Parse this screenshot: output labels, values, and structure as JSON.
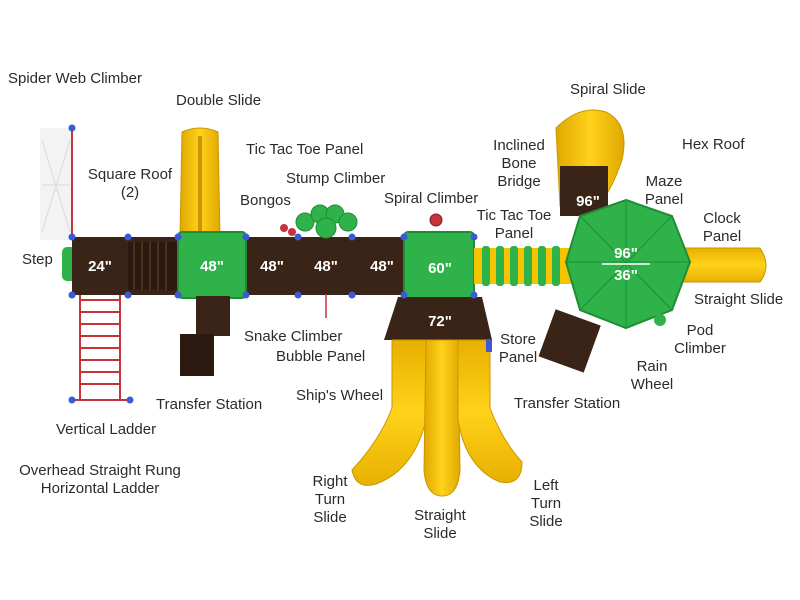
{
  "labels": {
    "spider_web_climber": "Spider Web Climber",
    "double_slide": "Double Slide",
    "spiral_slide": "Spiral Slide",
    "hex_roof": "Hex Roof",
    "inclined_bone_bridge": [
      "Inclined",
      "Bone",
      "Bridge"
    ],
    "tic_tac_toe_panel_left": "Tic Tac Toe Panel",
    "square_roof": [
      "Square Roof",
      "(2)"
    ],
    "stump_climber": "Stump Climber",
    "bongos": "Bongos",
    "spiral_climber": "Spiral Climber",
    "tic_tac_toe_panel_right": [
      "Tic Tac Toe",
      "Panel"
    ],
    "maze_panel": [
      "Maze",
      "Panel"
    ],
    "clock_panel": [
      "Clock",
      "Panel"
    ],
    "step": "Step",
    "straight_slide_right": "Straight Slide",
    "snake_climber": "Snake Climber",
    "bubble_panel": "Bubble Panel",
    "store_panel": [
      "Store",
      "Panel"
    ],
    "pod_climber": [
      "Pod",
      "Climber"
    ],
    "rain_wheel": [
      "Rain",
      "Wheel"
    ],
    "transfer_station_left": "Transfer Station",
    "ships_wheel": "Ship's Wheel",
    "transfer_station_right": "Transfer Station",
    "vertical_ladder": "Vertical Ladder",
    "overhead_ladder": [
      "Overhead Straight Rung",
      "Horizontal Ladder"
    ],
    "right_turn_slide": [
      "Right",
      "Turn",
      "Slide"
    ],
    "straight_slide_bottom": [
      "Straight",
      "Slide"
    ],
    "left_turn_slide": [
      "Left",
      "Turn",
      "Slide"
    ]
  },
  "heights": {
    "deck_24": "24\"",
    "deck_48_a": "48\"",
    "deck_48_b": "48\"",
    "deck_48_c": "48\"",
    "deck_48_d": "48\"",
    "deck_60": "60\"",
    "deck_72": "72\"",
    "deck_96_slide": "96\"",
    "hex_top": "96\"",
    "hex_bottom": "36\""
  },
  "colors": {
    "slide_yellow": "#f5c400",
    "roof_green": "#2fb24a",
    "deck_brown": "#3a2418",
    "post_blue": "#3b5bd6",
    "ladder_red": "#c8323a"
  }
}
